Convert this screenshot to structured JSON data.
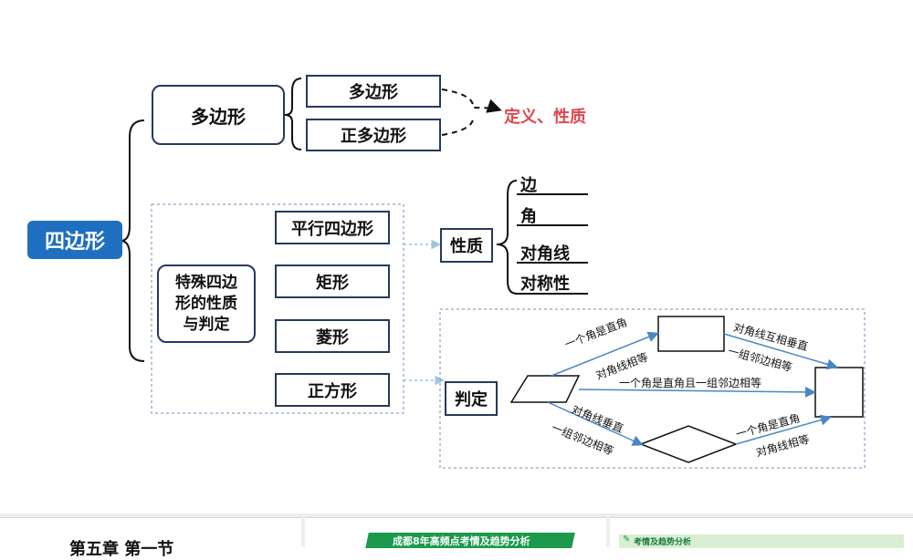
{
  "root": {
    "label": "四边形"
  },
  "polygon": {
    "label": "多边形",
    "items": [
      "多边形",
      "正多边形"
    ],
    "target": "定义、性质"
  },
  "special": {
    "label": "特殊四边形的性质与判定",
    "label_lines": [
      "特殊四边",
      "形的性质",
      "与判定"
    ],
    "shapes": [
      "平行四边形",
      "矩形",
      "菱形",
      "正方形"
    ]
  },
  "property": {
    "label": "性质",
    "items": [
      "边",
      "角",
      "对角线",
      "对称性"
    ]
  },
  "judgement": {
    "label": "判定",
    "edges": {
      "para_to_rect_1": "一个角是直角",
      "para_to_rect_2": "对角线相等",
      "rect_to_square_1": "对角线互相垂直",
      "rect_to_square_2": "一组邻边相等",
      "para_to_square": "一个角是直角且一组邻边相等",
      "para_to_rhombus_1": "对角线垂直",
      "para_to_rhombus_2": "一组邻边相等",
      "rhombus_to_square_1": "一个角是直角",
      "rhombus_to_square_2": "对角线相等"
    }
  },
  "footer": {
    "left_title": "第五章 第一节",
    "middle_banner": "成都8年高频点考情及趋势分析",
    "right_banner": "考情及趋势分析"
  },
  "colors": {
    "root_bg": "#1f6fc0",
    "border": "#243a5e",
    "target_text": "#e0464f",
    "arrow_blue": "#4a86c5",
    "green_banner": "#1a9a4a",
    "light_green": "#d9efd3"
  }
}
